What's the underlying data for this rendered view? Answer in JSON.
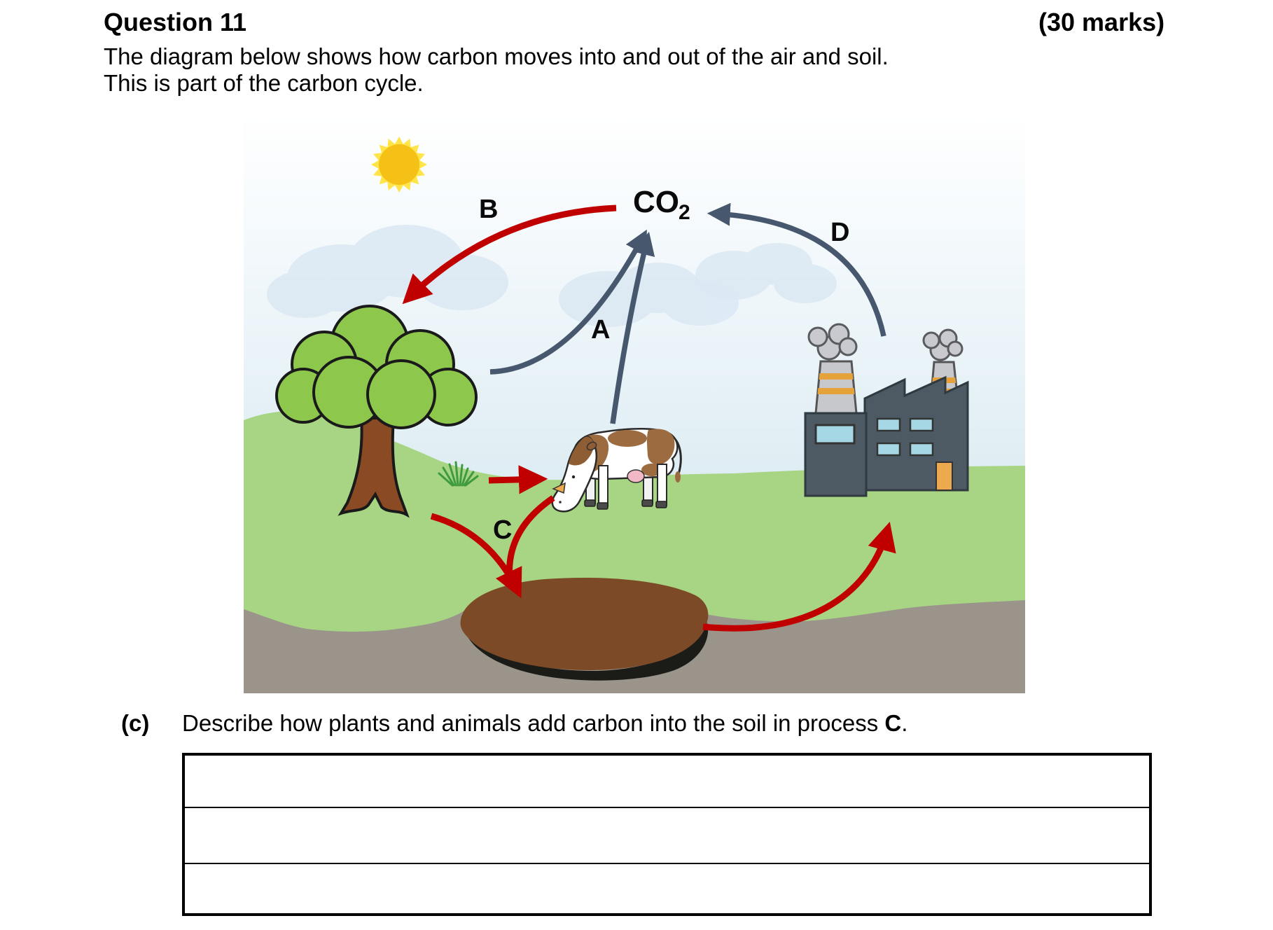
{
  "header": {
    "question_number": "Question 11",
    "marks": "(30 marks)"
  },
  "intro": {
    "line1": "The diagram below shows how carbon moves into and out of the air and soil.",
    "line2": "This is part of the carbon cycle."
  },
  "diagram": {
    "co2_label": "CO",
    "co2_subscript": "2",
    "labels": {
      "a": "A",
      "b": "B",
      "c": "C",
      "d": "D"
    },
    "colors": {
      "process_red": "#c00000",
      "process_slate": "#47586e",
      "grass": "#a8d584",
      "underground": "#9a948b",
      "soil_brown": "#7c4a26",
      "soil_black": "#1b1b18",
      "canopy_green": "#8dc84d",
      "trunk_brown": "#8a4a24",
      "sun_disc": "#f5c116",
      "sun_rays": "#ffe54a",
      "cloud": "#dce9f4",
      "factory_gray": "#4d5a63",
      "chimney_gray": "#c6c8cb",
      "chimney_stripe": "#e5a23b",
      "smoke_gray": "#c9cad0",
      "window_blue": "#a6d7e4",
      "door_orange": "#eda94e",
      "cow_patch": "#9c6b3f",
      "udder_pink": "#f2b8c6"
    }
  },
  "question_c": {
    "prefix": "(c)",
    "text": "Describe how plants and animals add carbon into the soil in process ",
    "bold_term": "C",
    "suffix": "."
  },
  "answer_box": {
    "rows": 3
  }
}
